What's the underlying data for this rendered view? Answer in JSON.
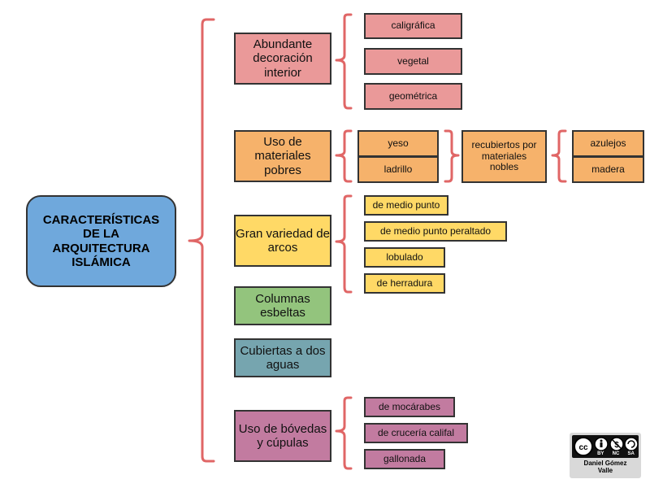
{
  "root": {
    "label": "CARACTERÍSTICAS DE LA ARQUITECTURA ISLÁMICA"
  },
  "branches": {
    "decoracion": {
      "label": "Abundante decoración interior",
      "children": [
        "caligráfica",
        "vegetal",
        "geométrica"
      ]
    },
    "materiales": {
      "label": "Uso de materiales pobres",
      "children": [
        "yeso",
        "ladrillo"
      ],
      "recubiertos": "recubiertos por materiales nobles",
      "recubiertos_children": [
        "azulejos",
        "madera"
      ]
    },
    "arcos": {
      "label": "Gran variedad de arcos",
      "children": [
        "de medio punto",
        "de medio punto peraltado",
        "lobulado",
        "de herradura"
      ]
    },
    "columnas": {
      "label": "Columnas esbeltas"
    },
    "cubiertas": {
      "label": "Cubiertas a dos aguas"
    },
    "bovedas": {
      "label": "Uso de bóvedas y cúpulas",
      "children": [
        "de mocárabes",
        "de crucería califal",
        "gallonada"
      ]
    }
  },
  "license": {
    "badges": [
      "BY",
      "NC",
      "SA"
    ],
    "author": "Daniel Gómez Valle"
  },
  "colors": {
    "bracket": "#e06666",
    "root": "#6fa8dc",
    "decoracion": "#ea9999",
    "materiales": "#f6b26b",
    "arcos": "#ffd966",
    "columnas": "#93c47d",
    "cubiertas": "#76a5af",
    "bovedas": "#c27ba0"
  }
}
